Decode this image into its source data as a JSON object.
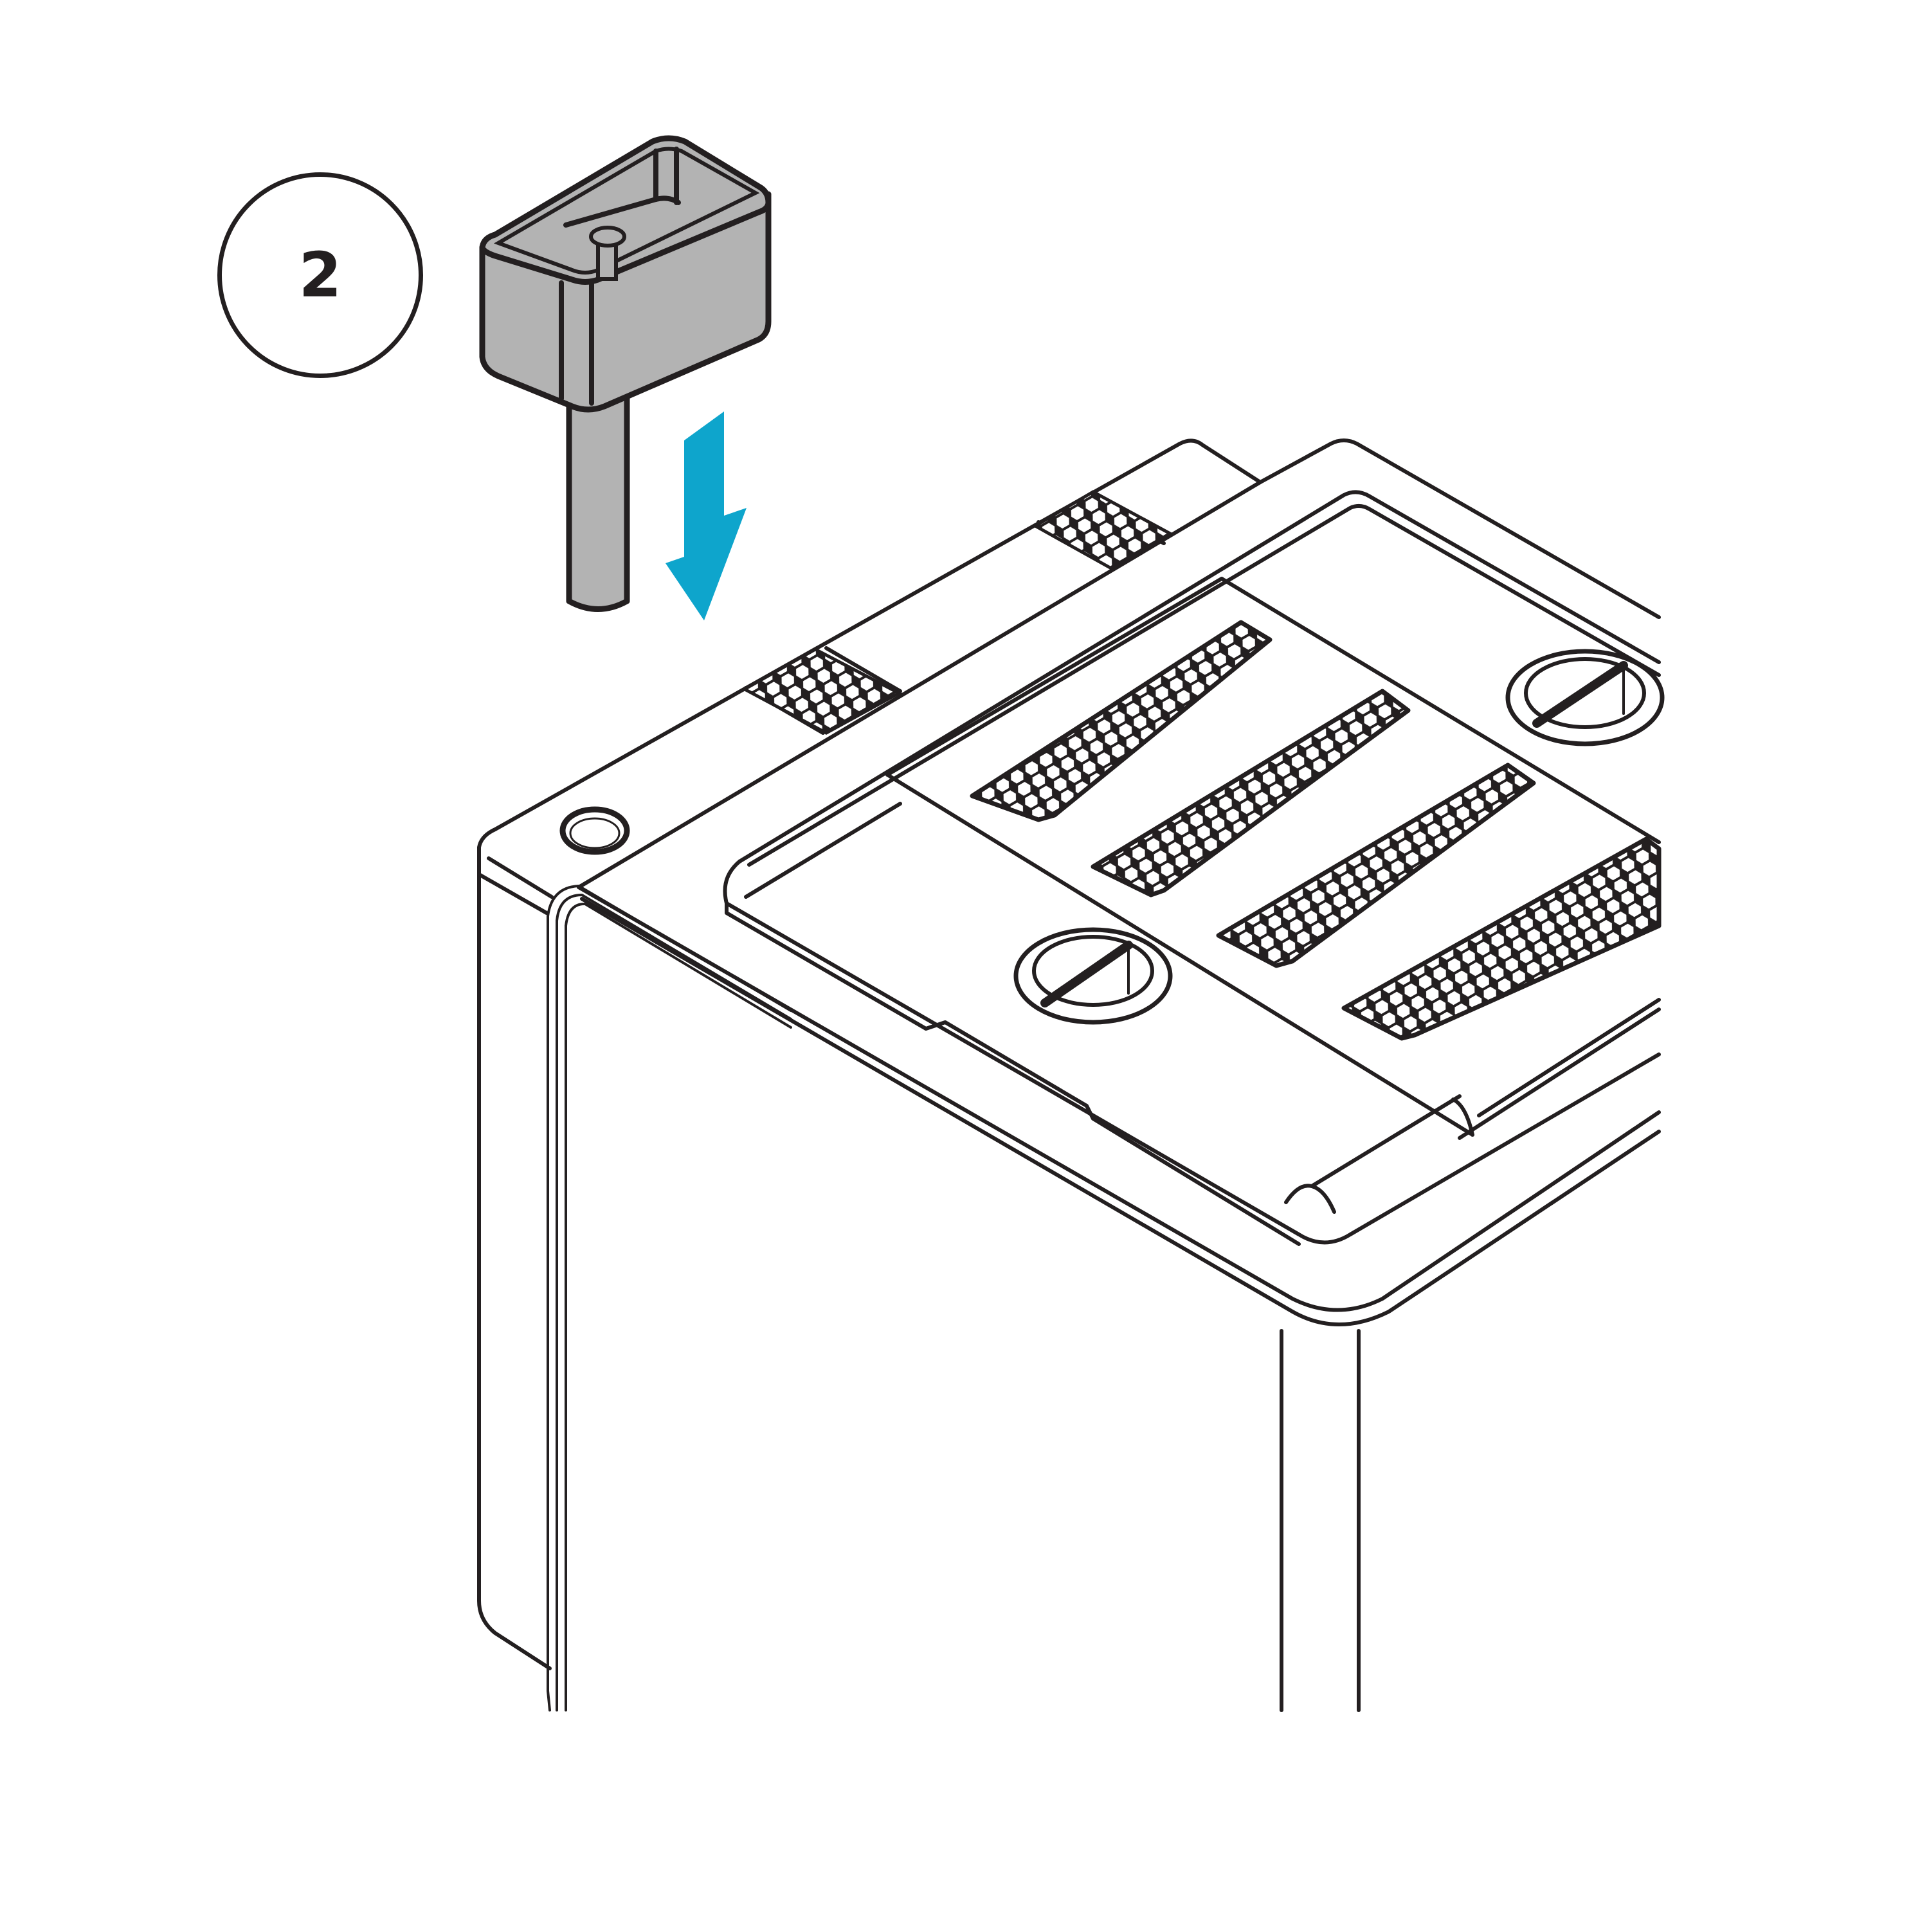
{
  "step": {
    "number": "2",
    "label": "Step 2"
  },
  "diagram": {
    "description": "Insert the grey cup-shaped peg part downward into the round hole at the corner of the unit top",
    "part": {
      "name": "cup-peg-part",
      "fill_color": "#b3b3b3"
    },
    "arrow": {
      "direction": "down",
      "color": "#0ea5cc"
    },
    "unit": {
      "corner_hole": "round-socket",
      "vent_panels_count": 4,
      "twist_locks_count": 2,
      "small_mesh_patches_count": 2
    },
    "colors": {
      "line": "#231f20",
      "background": "#ffffff",
      "accent": "#0ea5cc",
      "part": "#b3b3b3"
    }
  }
}
